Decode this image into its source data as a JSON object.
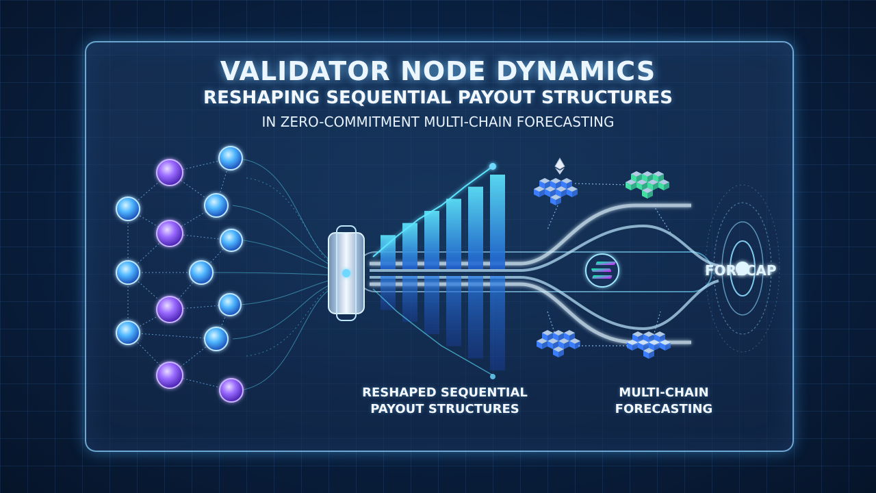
{
  "header": {
    "title": "VALIDATOR NODE DYNAMICS",
    "subtitle": "RESHAPING SEQUENTIAL PAYOUT STRUCTURES",
    "subtitle2": "IN ZERO-COMMITMENT MULTI-CHAIN FORECASTING"
  },
  "labels": {
    "payout_line1": "RESHAPED SEQUENTIAL",
    "payout_line2": "PAYOUT STRUCTURES",
    "multichain_line1": "MULTI-CHAIN",
    "multichain_line2": "FORECASTING",
    "forecast_partial": "FORECAP"
  },
  "bars": {
    "values": [
      1,
      2,
      3,
      4,
      5,
      6
    ]
  },
  "colors": {
    "accent": "#6fd8ff",
    "node_blue": "#3fa2ff",
    "node_purple": "#8a5cff",
    "stream": "#5fe6ff",
    "cube_blue": "#3b7dff",
    "cube_green": "#3fe0a0"
  }
}
